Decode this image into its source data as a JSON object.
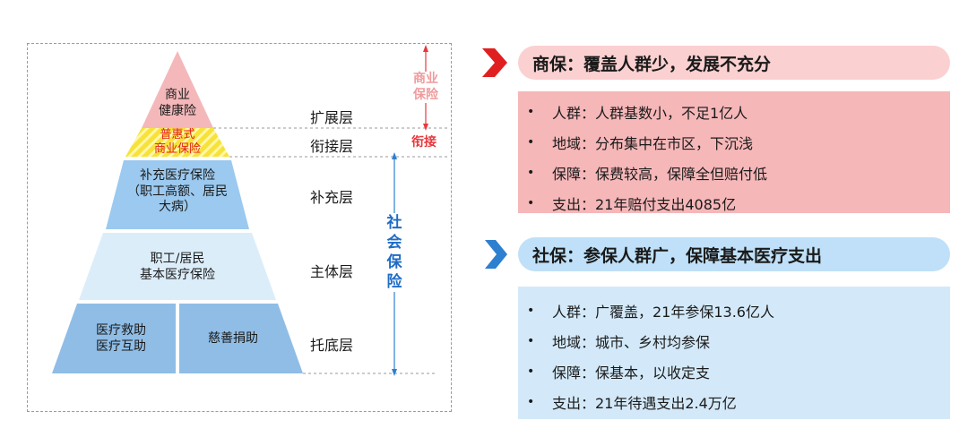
{
  "pyramid": {
    "commercial_health": "商业\n健康险",
    "puhui": "普惠式\n商业保险",
    "supplementary": "补充医疗保险\n（职工高额、居民\n大病）",
    "basic": "职工/居民\n基本医疗保险",
    "assist": "医疗救助\n医疗互助",
    "charity": "慈善捐助"
  },
  "layers": {
    "expand": "扩展层",
    "connect": "衔接层",
    "supplement": "补充层",
    "main": "主体层",
    "base": "托底层"
  },
  "side": {
    "commercial": "商业\n保险",
    "connect": "衔接",
    "social": "社\n会\n保\n险"
  },
  "commercial": {
    "header": "商保：覆盖人群少，发展不充分",
    "items": [
      "人群：人群基数小，不足1亿人",
      "地域：分布集中在市区，下沉浅",
      "保障：保费较高，保障全但赔付低",
      "支出：21年赔付支出4085亿"
    ]
  },
  "social": {
    "header": "社保：参保人群广，保障基本医疗支出",
    "items": [
      "人群：广覆盖，21年参保13.6亿人",
      "地域：城市、乡村均参保",
      "保障：保基本，以收定支",
      "支出：21年待遇支出2.4万亿"
    ]
  },
  "colors": {
    "pink": "#f4b8ba",
    "pink_box": "#f6b7b9",
    "pink_header": "#fbd0d1",
    "yellow": "#f7e23a",
    "mid_blue": "#9bc9ef",
    "light_blue": "#dcedfa",
    "base_blue": "#8fbde6",
    "blue_header": "#bfe0f8",
    "blue_box": "#d3e9f9",
    "red": "#e8383d",
    "blue": "#2d7fd0"
  }
}
